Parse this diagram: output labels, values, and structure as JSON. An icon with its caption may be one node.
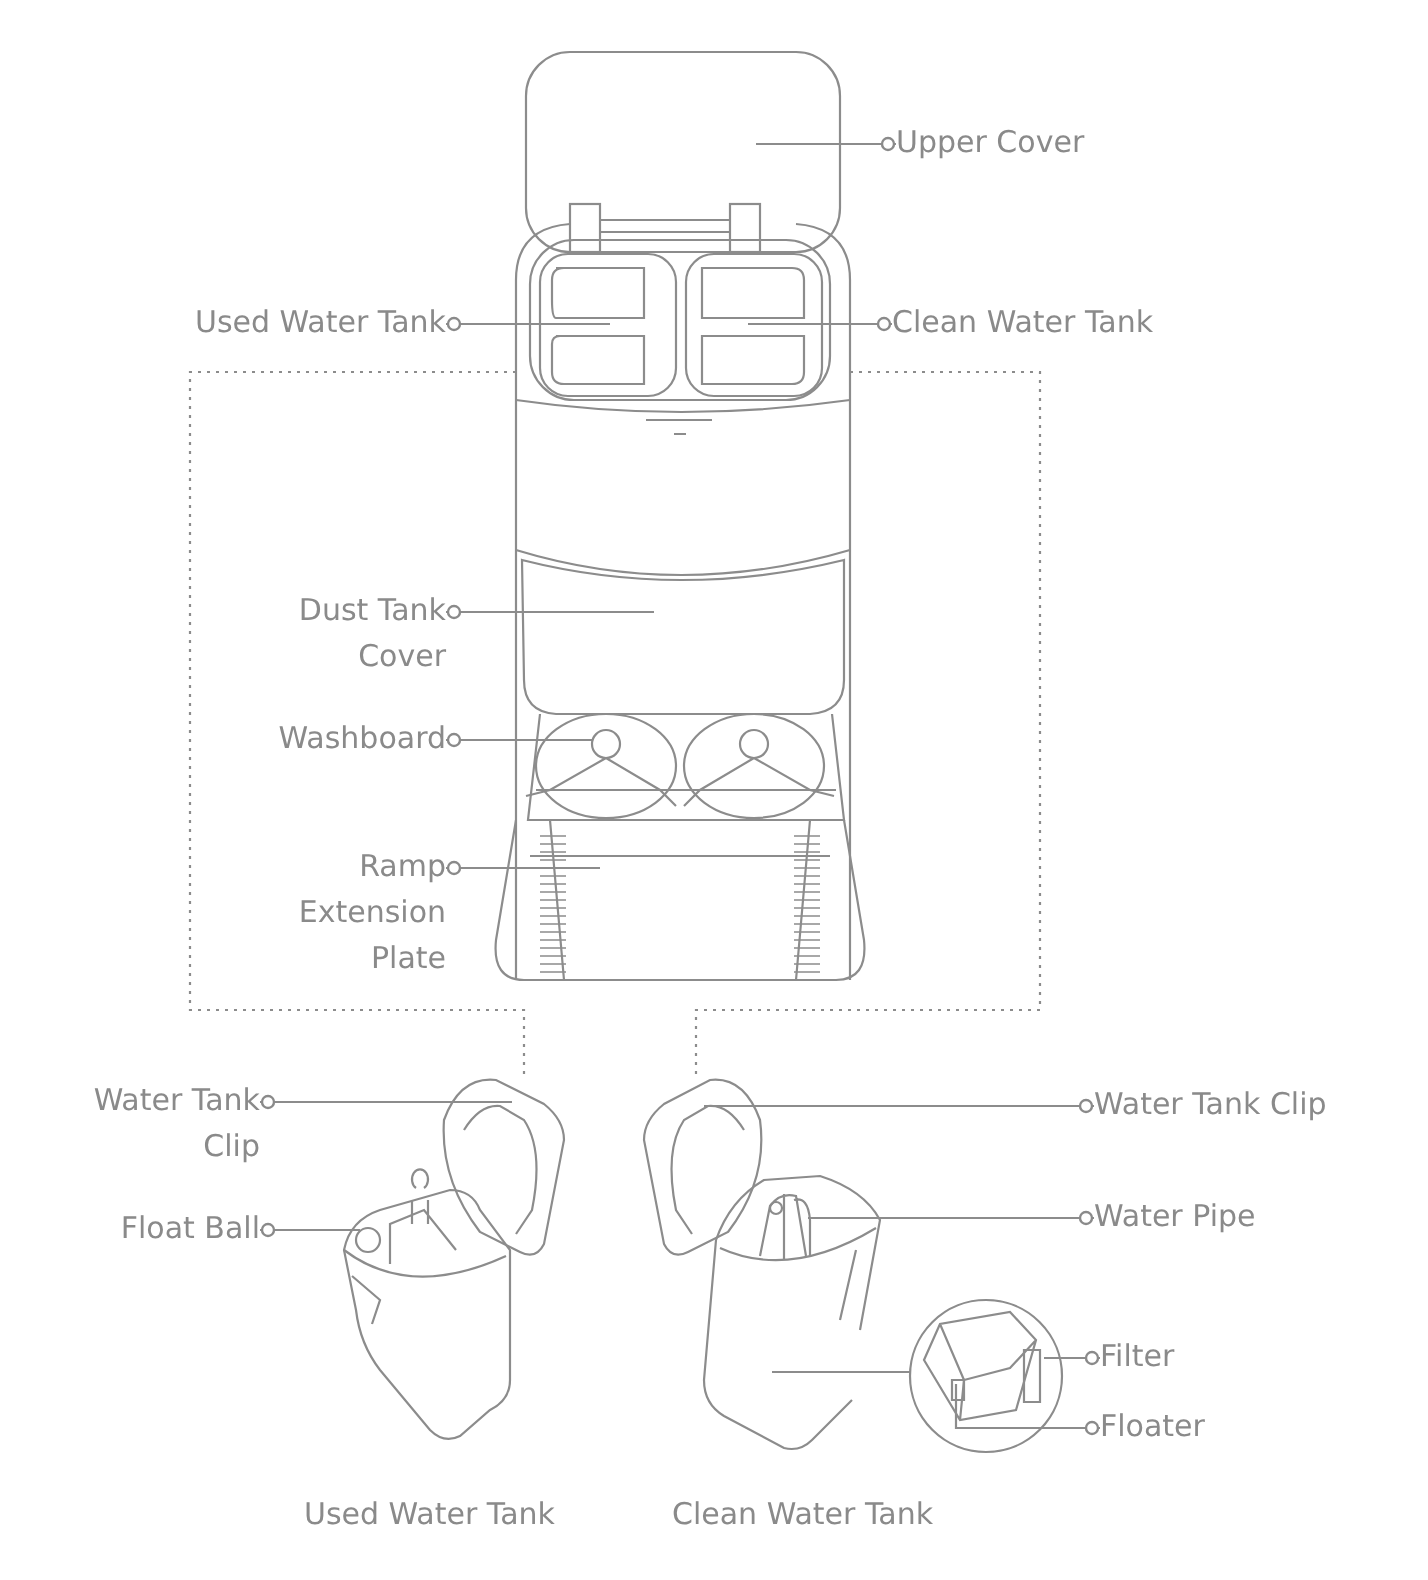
{
  "diagram": {
    "nodes": [
      {
        "text": [
          "Upper Cover"
        ]
      },
      {
        "text": [
          "Used Water Tank"
        ]
      },
      {
        "text": [
          "Clean Water Tank"
        ]
      },
      {
        "text": [
          "Dust Tank Cover"
        ]
      },
      {
        "text": [
          "Washboard"
        ]
      },
      {
        "text": [
          "Ramp Extension Plate"
        ]
      },
      {
        "text": [
          "Water Tank Clip"
        ]
      },
      {
        "text": [
          "Float Ball"
        ]
      },
      {
        "text": [
          "Water Tank Clip"
        ]
      },
      {
        "text": [
          "Water Pipe"
        ]
      },
      {
        "text": [
          "Filter"
        ]
      },
      {
        "text": [
          "Floater"
        ]
      }
    ],
    "edges": [
      {
        "from": 0,
        "to": null,
        "arrow": "other"
      },
      {
        "from": 1,
        "to": null,
        "arrow": "other"
      },
      {
        "from": 2,
        "to": null,
        "arrow": "other"
      },
      {
        "from": 3,
        "to": null,
        "arrow": "other"
      },
      {
        "from": 4,
        "to": null,
        "arrow": "other"
      },
      {
        "from": 5,
        "to": null,
        "arrow": "other"
      },
      {
        "from": 6,
        "to": null,
        "arrow": "other"
      },
      {
        "from": 7,
        "to": null,
        "arrow": "other"
      },
      {
        "from": 8,
        "to": null,
        "arrow": "other"
      },
      {
        "from": 9,
        "to": null,
        "arrow": "other"
      },
      {
        "from": 10,
        "to": null,
        "arrow": "other"
      },
      {
        "from": 11,
        "to": null,
        "arrow": "other"
      }
    ],
    "labels": [
      "Used Water Tank",
      "Clean Water Tank"
    ]
  }
}
